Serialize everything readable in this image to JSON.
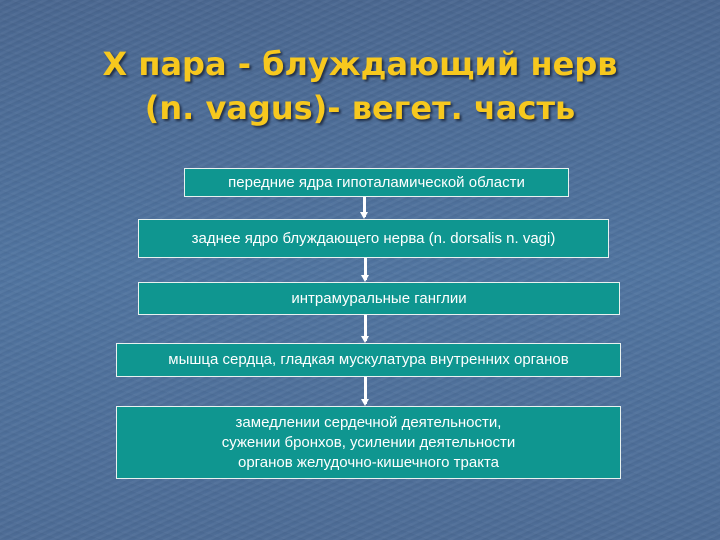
{
  "slide": {
    "title_lines": [
      "X пара - блуждающий нерв",
      "(n. vagus)- вегет. часть"
    ],
    "colors": {
      "background": "#4c6b94",
      "title": "#f7c81e",
      "box_fill": "#0f9690",
      "box_border": "#e8f2f0",
      "box_text": "#ffffff",
      "arrow": "#ffffff"
    }
  },
  "flow": {
    "steps": [
      {
        "label": "передние ядра гипоталамической области"
      },
      {
        "label": "заднее ядро блуждающего нерва (n. dorsalis n. vagi)"
      },
      {
        "label": "интрамуральные ганглии"
      },
      {
        "label": "мышца сердца, гладкая мускулатура внутренних органов"
      },
      {
        "lines": [
          "замедлении сердечной деятельности,",
          "сужении бронхов, усилении деятельности",
          "органов желудочно-кишечного тракта"
        ]
      }
    ],
    "connectors": [
      {
        "from": 0,
        "to": 1,
        "type": "arrow-down"
      },
      {
        "from": 1,
        "to": 2,
        "type": "arrow-down"
      },
      {
        "from": 2,
        "to": 3,
        "type": "arrow-down"
      },
      {
        "from": 3,
        "to": 4,
        "type": "arrow-down"
      }
    ]
  }
}
